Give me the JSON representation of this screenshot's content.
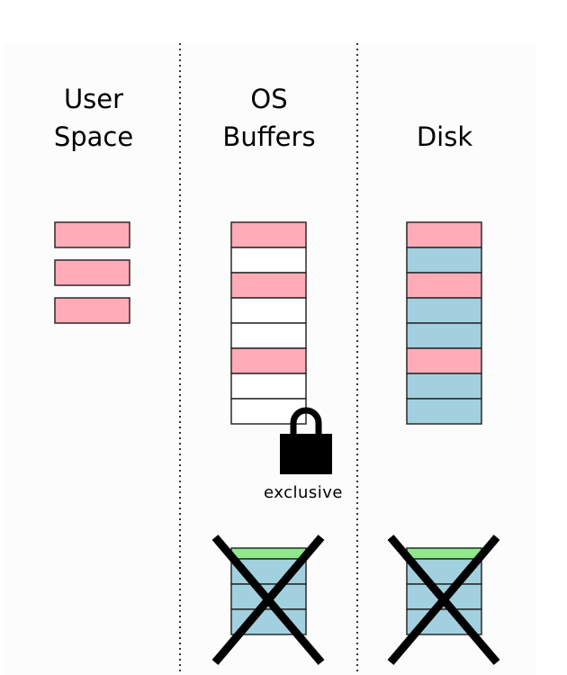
{
  "columns": [
    {
      "name": "user-space",
      "title": "User\nSpace",
      "stack": [
        "pink",
        "pink",
        "pink"
      ]
    },
    {
      "name": "os-buffers",
      "title": "OS\nBuffers",
      "stack": [
        "pink",
        "white",
        "pink",
        "white",
        "white",
        "pink",
        "white",
        "white"
      ]
    },
    {
      "name": "disk",
      "title": "Disk",
      "stack": [
        "pink",
        "blue",
        "pink",
        "blue",
        "blue",
        "pink",
        "blue",
        "blue"
      ]
    }
  ],
  "lock": {
    "label": "exclusive",
    "icon": "padlock-icon"
  },
  "crossed_stacks": [
    {
      "column": "os-buffers",
      "blocks": [
        "green",
        "blue",
        "blue",
        "blue"
      ],
      "icon": "cross-icon"
    },
    {
      "column": "disk",
      "blocks": [
        "green",
        "blue",
        "blue",
        "blue"
      ],
      "icon": "cross-icon"
    }
  ],
  "colors": {
    "pink": "#ffacb8",
    "blue": "#a2d0df",
    "green": "#8fe88a",
    "white": "#ffffff",
    "outline": "#2a2a2a",
    "divider": "#333333"
  }
}
